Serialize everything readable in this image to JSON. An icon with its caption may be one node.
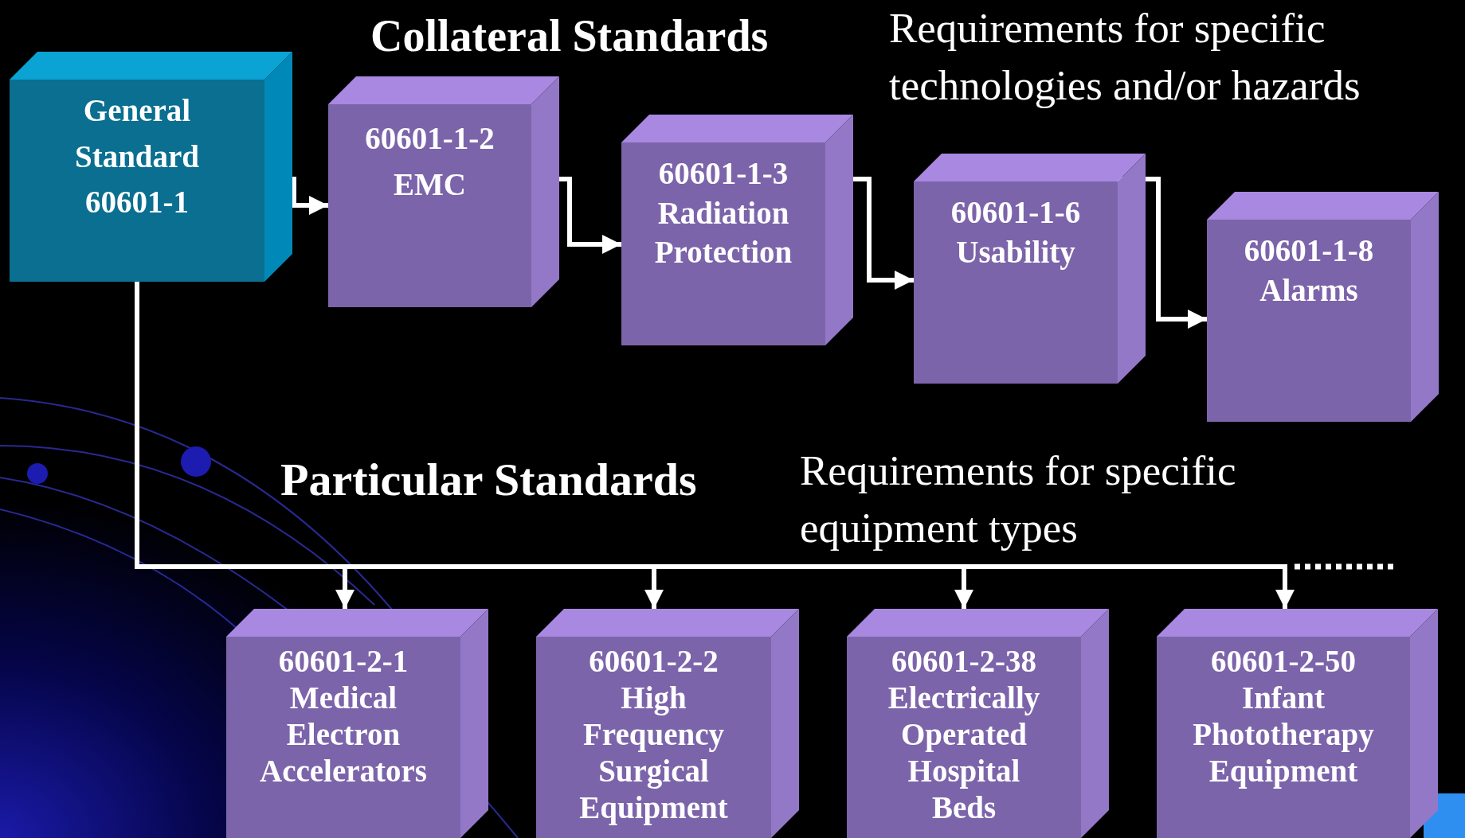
{
  "diagram": {
    "nodes": [
      {
        "text": [
          "General Standard 60601-1"
        ]
      },
      {
        "text": [
          "60601-1-2",
          "EMC"
        ]
      },
      {
        "text": [
          "60601-1-3",
          "Radiation Protection"
        ]
      },
      {
        "text": [
          "60601-1-6",
          "Usability"
        ]
      },
      {
        "text": [
          "60601-1-8",
          "Alarms"
        ]
      },
      {
        "text": [
          "60601-2-1",
          "Medical Electron Accelerators"
        ]
      },
      {
        "text": [
          "60601-2-2",
          "High Frequency Surgical Equipment"
        ]
      },
      {
        "text": [
          "60601-2-38",
          "Electrically Operated Hospital Beds"
        ]
      },
      {
        "text": [
          "60601-2-50",
          "Infant Phototherapy Equipment"
        ]
      }
    ],
    "edges": [
      {
        "from": 0,
        "to": 1,
        "arrow": "to"
      },
      {
        "from": 1,
        "to": 2,
        "arrow": "to"
      },
      {
        "from": 2,
        "to": 3,
        "arrow": "to"
      },
      {
        "from": 3,
        "to": 4,
        "arrow": "to"
      },
      {
        "from": 0,
        "to": 5,
        "arrow": "to"
      },
      {
        "from": 0,
        "to": 6,
        "arrow": "to"
      },
      {
        "from": 0,
        "to": 7,
        "arrow": "to"
      },
      {
        "from": 0,
        "to": 8,
        "arrow": "to"
      }
    ],
    "labels": [
      "Collateral Standards",
      "Requirements for specific technologies and/or hazards",
      "Particular Standards",
      "Requirements for specific equipment types"
    ]
  }
}
